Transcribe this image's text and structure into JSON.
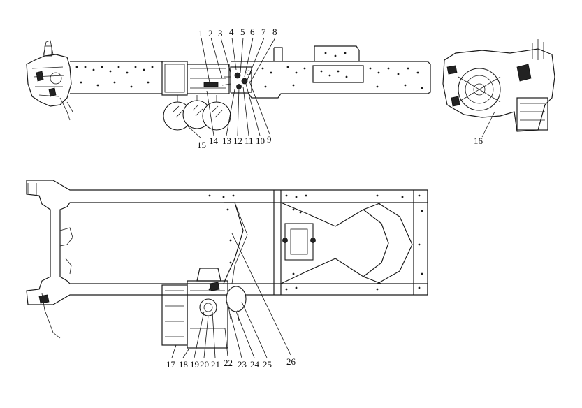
{
  "callouts": {
    "top_upper": [
      "1",
      "2",
      "3",
      "4",
      "5",
      "6",
      "7",
      "8"
    ],
    "top_lower": [
      "15",
      "14",
      "13",
      "12",
      "11",
      "10",
      "9"
    ],
    "right": "16",
    "bottom": [
      "17",
      "18",
      "19",
      "20",
      "21",
      "22",
      "23",
      "24",
      "25"
    ],
    "bottom_right": "26"
  }
}
